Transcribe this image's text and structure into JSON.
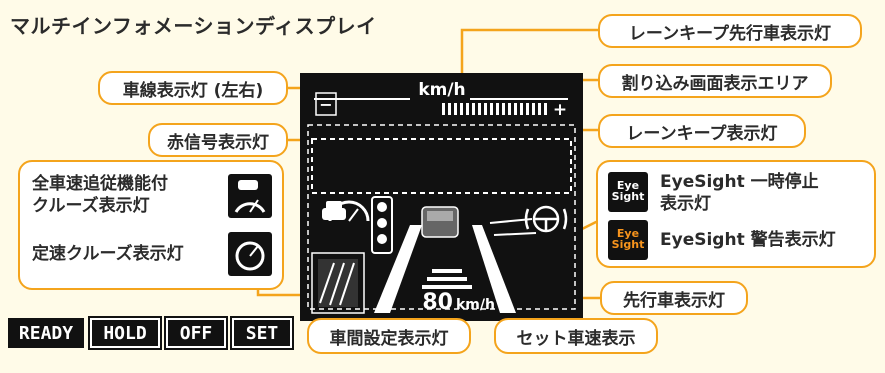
{
  "title": "マルチインフォメーションディスプレイ",
  "callouts": {
    "lane_keep_lead": "レーンキープ先行車表示灯",
    "interrupt_area": "割り込み画面表示エリア",
    "lane_indicator": "車線表示灯 (左右)",
    "lane_keep": "レーンキープ表示灯",
    "red_signal": "赤信号表示灯",
    "lead_vehicle": "先行車表示灯",
    "distance_setting": "車間設定表示灯",
    "set_speed": "セット車速表示"
  },
  "cruise_panel": {
    "acc_label_line1": "全車速追従機能付",
    "acc_label_line2": "クルーズ表示灯",
    "cc_label": "定速クルーズ表示灯"
  },
  "eyesight_panel": {
    "pause_label_line1": "EyeSight 一時停止",
    "pause_label_line2": "表示灯",
    "warning_label": "EyeSight 警告表示灯",
    "icon_text_line1": "Eye",
    "icon_text_line2": "Sight"
  },
  "status_buttons": [
    "READY",
    "HOLD",
    "OFF",
    "SET"
  ],
  "display": {
    "speed_unit_top": "km/h",
    "minus": "−",
    "plus": "+",
    "set_speed_value": "80",
    "set_speed_unit": "km/h"
  },
  "colors": {
    "accent_orange": "#f4a41c",
    "background": "#fffbe8",
    "display_black": "#111111",
    "eyesight_icon_orange": "#f7941d"
  }
}
